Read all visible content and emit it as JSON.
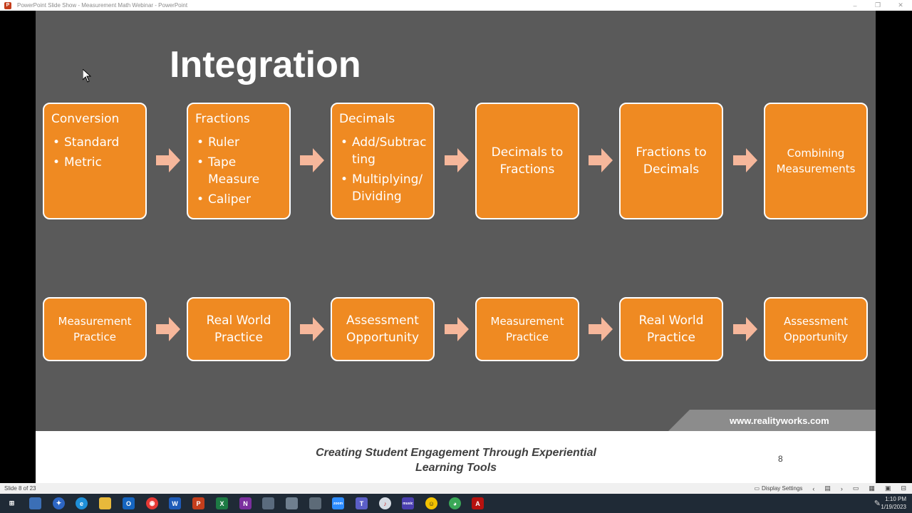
{
  "window": {
    "title": "PowerPoint Slide Show  -  Measurement Math Webinar - PowerPoint",
    "controls": [
      "–",
      "❐",
      "✕"
    ]
  },
  "slide": {
    "title": "Integration",
    "top_row": [
      {
        "title": "Conversion",
        "items": [
          "Standard",
          "Metric"
        ]
      },
      {
        "title": "Fractions",
        "items": [
          "Ruler",
          "Tape Measure",
          "Caliper"
        ]
      },
      {
        "title": "Decimals",
        "items": [
          "Add/Subtracting",
          "Multiplying/Dividing"
        ]
      },
      {
        "text": "Decimals to Fractions"
      },
      {
        "text": "Fractions to Decimals"
      },
      {
        "text": "Combining Measurements"
      }
    ],
    "bottom_row": [
      {
        "text": "Measurement Practice"
      },
      {
        "text": "Real World Practice"
      },
      {
        "text": "Assessment Opportunity"
      },
      {
        "text": "Measurement Practice"
      },
      {
        "text": "Real World Practice"
      },
      {
        "text": "Assessment Opportunity"
      }
    ],
    "url": "www.realityworks.com",
    "tagline_line1": "Creating Student Engagement Through Experiential",
    "tagline_line2": "Learning Tools",
    "number": "8"
  },
  "statusbar": {
    "slide_info": "Slide 8 of 23",
    "display_settings": "Display Settings"
  },
  "taskbar": {
    "time": "1:10 PM",
    "date": "1/19/2023"
  },
  "colors": {
    "slide_bg": "#5a5a5a",
    "card_fill": "#ef8a22",
    "arrow_fill": "#f6b79b",
    "taskbar_bg": "#1f2a36"
  }
}
